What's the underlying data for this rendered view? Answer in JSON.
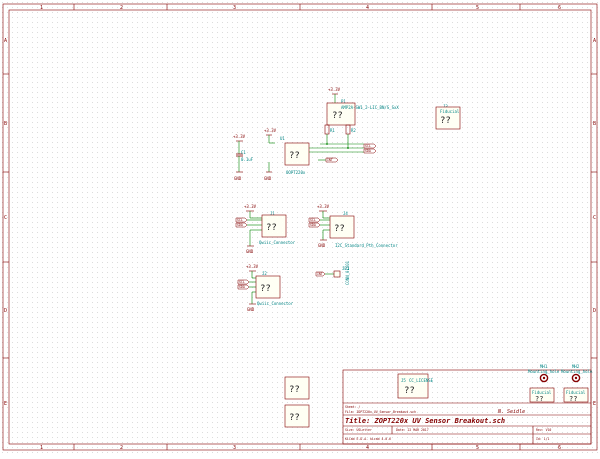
{
  "frame": {
    "columns": [
      "1",
      "2",
      "3",
      "4",
      "5",
      "6"
    ],
    "rows": [
      "A",
      "B",
      "C",
      "D",
      "E"
    ]
  },
  "unknown": "??",
  "power": {
    "v33": "+3.3V",
    "gnd": "GND"
  },
  "components": {
    "c1_ref": "C1",
    "c1_value": "0.1uF",
    "u1_ref": "U1",
    "u1_value": "OOPT220x",
    "p1_ref": "P1",
    "p1_value": "AMP2A-SW1_2-LIC_BN/S_SxX",
    "r1_label": "R1",
    "r2_label": "R2",
    "j3_ref": "J3",
    "j3_value": "Fiducial",
    "j1_ref": "J1",
    "j1_value": "Qwiic_Connector",
    "j4_ref": "J4",
    "j4_value": "I2C_Standard_Pth_Connector",
    "jp1_ref": "JP1",
    "jp1_value": "CONN_01x01",
    "j2_ref": "J2",
    "j2_value": "Qwiic_Connector",
    "j5_ref": "J5",
    "j5_value": "CC_LICENSE",
    "mh1_ref": "MH1",
    "mh1_value": "Mounting_hole",
    "mh2_ref": "MH2",
    "mh2_value": "Mounting_hole",
    "fid1": "Fiducial",
    "fid2": "Fiducial"
  },
  "net_labels": {
    "scl": "SCL",
    "sda": "SDA",
    "int": "INT"
  },
  "title_block": {
    "sheet": "Sheet: /",
    "file": "File: ZOPT220x_UV_Sensor_Breakout.sch",
    "author": "N. Seidle",
    "title": "Title: ZOPT220x UV Sensor Breakout.sch",
    "size": "Size: USLetter",
    "date": "Date: 22 MAR 2017",
    "rev": "Rev: V10",
    "kicad": "KiCad E.D.A.  kicad 4.0.6",
    "id": "Id: 1/1"
  }
}
